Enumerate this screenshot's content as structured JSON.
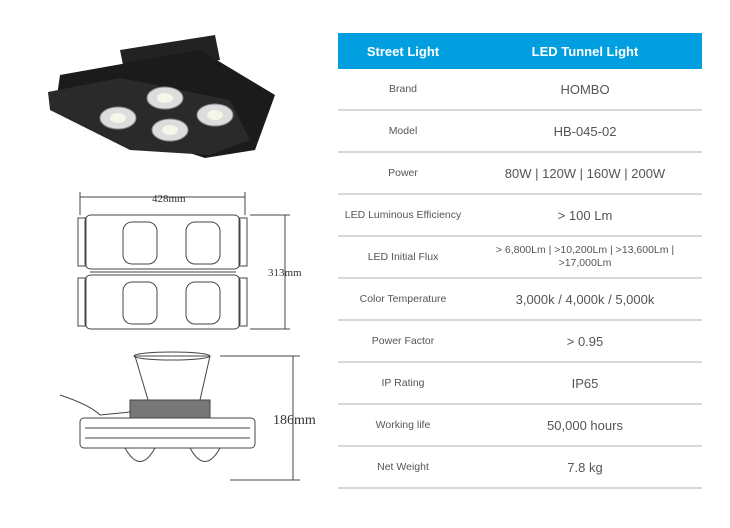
{
  "drawings": {
    "width_label": "428mm",
    "height_label": "313mm",
    "depth_label": "186mm"
  },
  "table": {
    "header": [
      "Street Light",
      "LED Tunnel Light"
    ],
    "rows": [
      {
        "label": "Brand",
        "value": "HOMBO"
      },
      {
        "label": "Model",
        "value": "HB-045-02"
      },
      {
        "label": "Power",
        "value": "80W | 120W | 160W | 200W"
      },
      {
        "label": "LED Luminous Efficiency",
        "value": "> 100 Lm"
      },
      {
        "label": "LED Initial Flux",
        "value": "> 6,800Lm | >10,200Lm | >13,600Lm | >17,000Lm"
      },
      {
        "label": "Color Temperature",
        "value": "3,000k / 4,000k / 5,000k"
      },
      {
        "label": "Power Factor",
        "value": "> 0.95"
      },
      {
        "label": "IP Rating",
        "value": "IP65"
      },
      {
        "label": "Working life",
        "value": "50,000 hours"
      },
      {
        "label": "Net Weight",
        "value": "7.8 kg"
      }
    ]
  }
}
